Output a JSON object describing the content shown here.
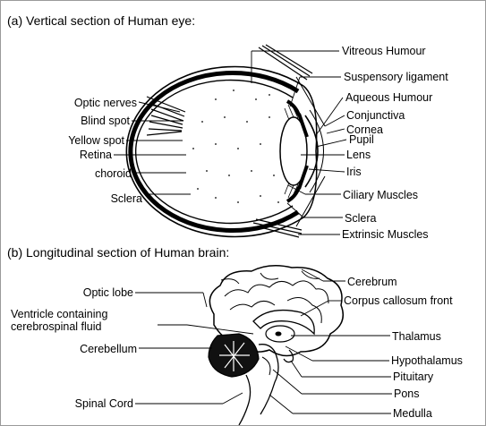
{
  "part_a": {
    "title": "(a) Vertical section of Human eye:",
    "labels_left": [
      "Optic nerves",
      "Blind spot",
      "Yellow spot",
      "Retina",
      "choroid",
      "Sclera"
    ],
    "labels_right": [
      "Vitreous Humour",
      "Suspensory ligament",
      "Aqueous Humour",
      "Conjunctiva",
      "Cornea",
      "Pupil",
      "Lens",
      "Iris",
      "Ciliary Muscles",
      "Sclera",
      "Extrinsic Muscles"
    ]
  },
  "part_b": {
    "title": "(b) Longitudinal section of Human brain:",
    "labels_left": [
      "Optic lobe",
      "Ventricle containing",
      "cerebrospinal fluid",
      "Cerebellum",
      "Spinal Cord"
    ],
    "labels_right": [
      "Cerebrum",
      "Corpus callosum front",
      "Thalamus",
      "Hypothalamus",
      "Pituitary",
      "Pons",
      "Medulla"
    ]
  }
}
